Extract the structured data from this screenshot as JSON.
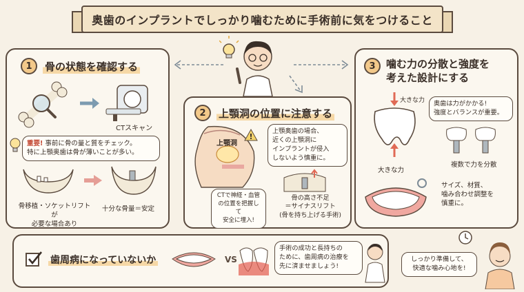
{
  "title": "奥歯のインプラントでしっかり噛むために手術前に気をつけること",
  "section1": {
    "number": "1",
    "heading": "骨の状態を確認する",
    "ct_label": "CTスキャン",
    "note_highlight": "重要!",
    "note_line1": "事前に骨の量と質をチェック。",
    "note_line2": "特に上顎奥歯は骨が薄いことが多い。",
    "caption_left_1": "骨移植・ソケットリフトが",
    "caption_left_2": "必要な場合あり",
    "caption_right": "十分な骨量＝安定"
  },
  "section2": {
    "number": "2",
    "heading": "上顎洞の位置に注意する",
    "sinus_label": "上顎洞",
    "note_line1": "上顎奥歯の場合、",
    "note_line2": "近くの上顎洞に",
    "note_line3": "インプラントが侵入",
    "note_line4": "しないよう慎重に。",
    "ct_note_1": "CTで神経・血管",
    "ct_note_2": "の位置を把握して",
    "ct_note_3": "安全に埋入!",
    "bone_1": "骨の高さ不足",
    "bone_2": "＝サイナスリフト",
    "bone_3": "(骨を持ち上げる手術)"
  },
  "section3": {
    "number": "3",
    "heading_1": "噛む力の分散と強度を",
    "heading_2": "考えた設計にする",
    "force_top": "大きな力",
    "force_bottom": "大きな力",
    "note_1": "奥歯は力がかかる!",
    "note_2": "強度とバランスが重要。",
    "multi_caption": "複数で力を分散",
    "design_1": "サイズ、材質、",
    "design_2": "噛み合わせ調整を",
    "design_3": "慎重に。"
  },
  "bottom": {
    "check_heading": "歯周病になっていないか",
    "vs": "VS",
    "advice_1": "手術の成功と長持ちの",
    "advice_2": "ために、歯周病の治療を",
    "advice_3": "先に済ませましょう!",
    "patient_1": "しっかり準備して、",
    "patient_2": "快適な噛み心地を!"
  },
  "colors": {
    "background": "#f7f1e6",
    "accent": "#f3c98a",
    "line": "#5a4a3e",
    "warning": "#c44b36"
  }
}
